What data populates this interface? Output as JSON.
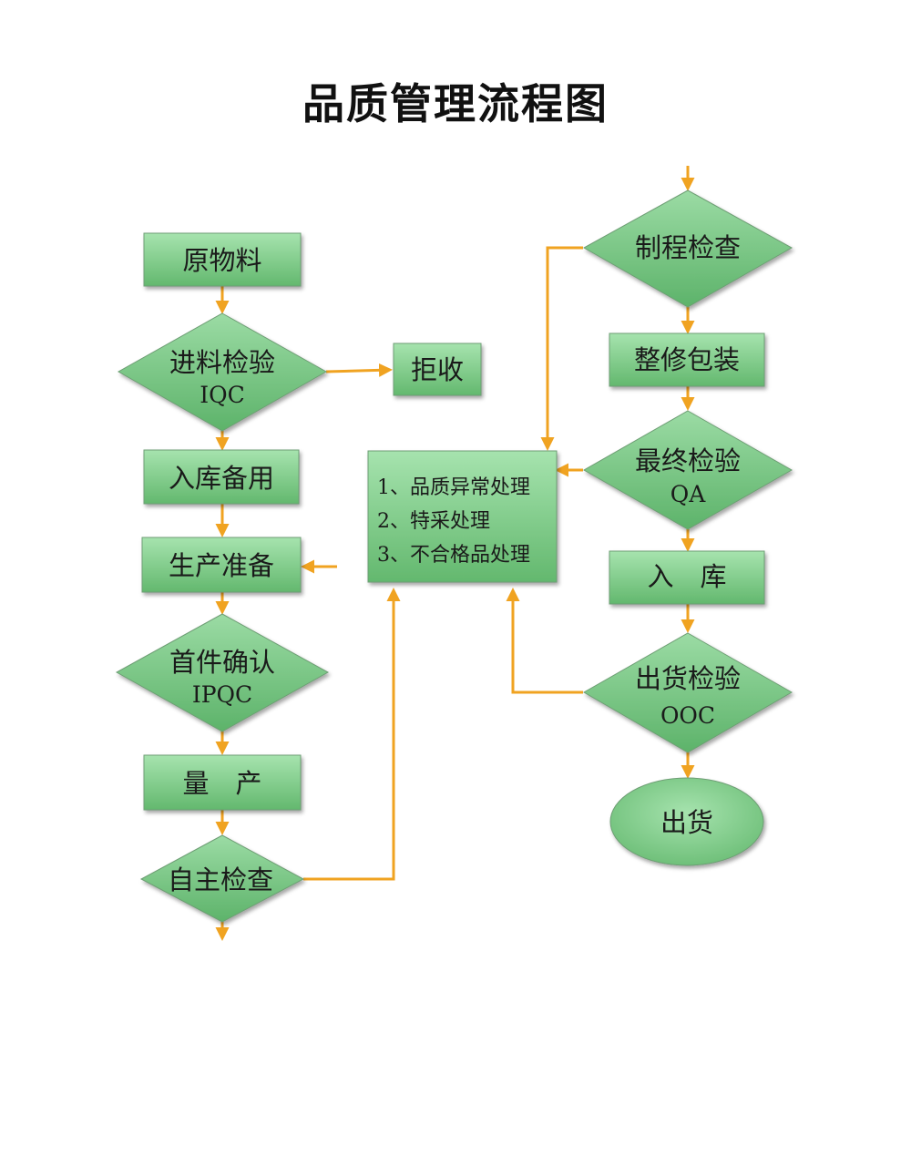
{
  "title": "品质管理流程图",
  "nodes": {
    "raw_material": "原物料",
    "iqc": {
      "label": "进料检验",
      "code": "IQC"
    },
    "reject": "拒收",
    "storage_standby": "入库备用",
    "production_prep": "生产准备",
    "ipqc": {
      "label": "首件确认",
      "code": "IPQC"
    },
    "mass_production": "量　产",
    "self_inspection": "自主检查",
    "process_inspection": "制程检查",
    "repair_packaging": "整修包装",
    "qa": {
      "label": "最终检验",
      "code": "QA"
    },
    "warehousing": "入　库",
    "ooc": {
      "label": "出货检验",
      "code": "OOC"
    },
    "shipping": "出货",
    "handling": {
      "items": [
        "1、品质异常处理",
        "2、特采处理",
        "3、不合格品处理"
      ]
    }
  },
  "colors": {
    "node_fill_light": "#A6E3AE",
    "node_fill_dark": "#63B86E",
    "node_border": "#6E9E74",
    "connector": "#F0A321"
  }
}
